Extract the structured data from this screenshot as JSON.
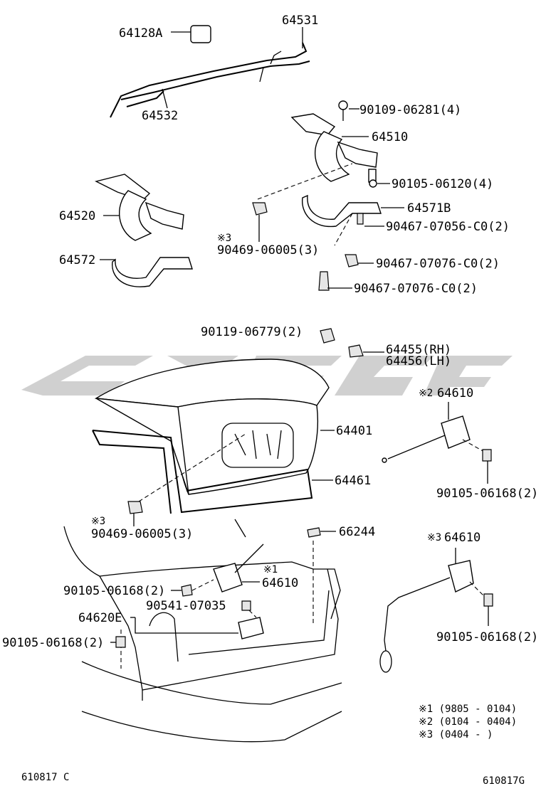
{
  "parts": {
    "p64128A": "64128A",
    "p64531": "64531",
    "p64532": "64532",
    "p90109": "90109-06281(4)",
    "p64510": "64510",
    "p90105_06120": "90105-06120(4)",
    "p64520": "64520",
    "p64571B": "64571B",
    "p90467_07056": "90467-07056-C0(2)",
    "p64572": "64572",
    "note3_a": "※3",
    "p90469_a": "90469-06005(3)",
    "p90467_07076_a": "90467-07076-C0(2)",
    "p90467_07076_b": "90467-07076-C0(2)",
    "p90119": "90119-06779(2)",
    "p64455": "64455(RH)",
    "p64456": "64456(LH)",
    "note2_64610": "※2",
    "p64610_a": "64610",
    "p64401": "64401",
    "p90105_06168_a": "90105-06168(2)",
    "p64461": "64461",
    "note3_b": "※3",
    "p90469_b": "90469-06005(3)",
    "p66244": "66244",
    "note3_64610": "※3",
    "p64610_b": "64610",
    "note1": "※1",
    "p64610_c": "64610",
    "p90105_06168_b": "90105-06168(2)",
    "p90541": "90541-07035",
    "p64620E": "64620E",
    "p90105_06168_c": "90105-06168(2)",
    "p90105_06168_d": "90105-06168(2)"
  },
  "notes": {
    "n1": "※1 (9805 - 0104)",
    "n2": "※2 (0104 - 0404)",
    "n3": "※3 (0404 -       )"
  },
  "footer": {
    "left_code": "610817 C",
    "right_code": "610817G"
  },
  "colors": {
    "line": "#000000",
    "watermark": "#c8c8c8",
    "background": "#ffffff"
  }
}
